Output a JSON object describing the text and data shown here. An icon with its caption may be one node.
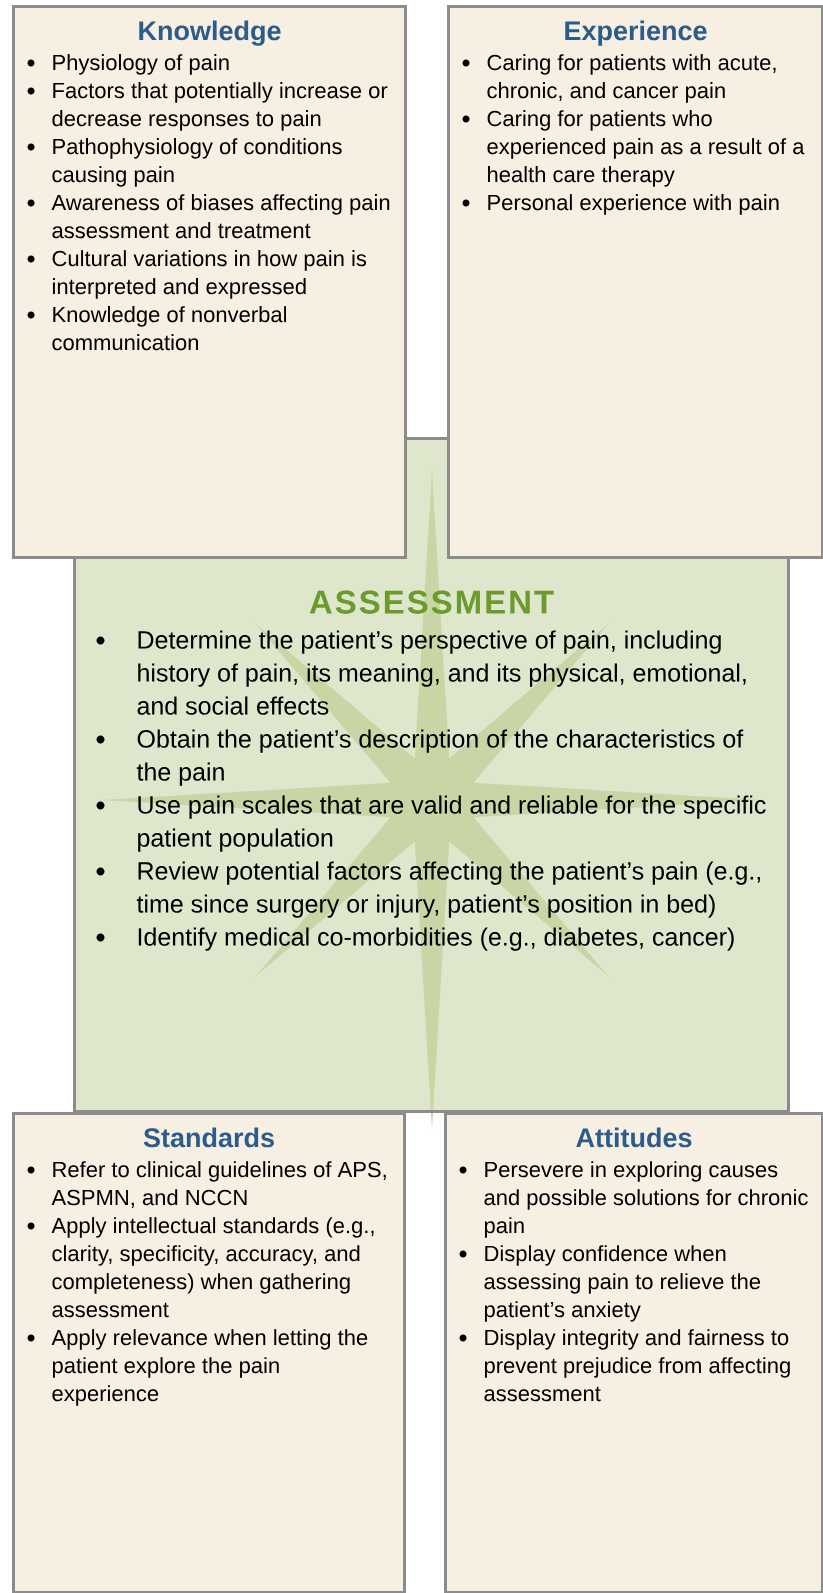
{
  "diagram": {
    "nodes": [
      {
        "text": [
          "Knowledge",
          "Physiology of pain",
          "Factors that potentially increase or decrease responses to pain",
          "Pathophysiology of conditions causing pain",
          "Awareness of biases affecting pain assessment and treatment",
          "Cultural variations in how pain is interpreted and expressed",
          "Knowledge of nonverbal communication"
        ]
      },
      {
        "text": [
          "Experience",
          "Caring for patients with acute, chronic, and cancer pain",
          "Caring for patients who experienced pain as a result of a health care therapy",
          "Personal experience with pain"
        ]
      },
      {
        "text": [
          "ASSESSMENT",
          "Determine the patient’s perspective of pain, including history of pain, its meaning, and its physical, emotional, and social effects",
          "Obtain the patient’s description of the characteristics of the pain",
          "Use pain scales that are valid and reliable for the specific patient population",
          "Review potential factors affecting the patient’s pain (e.g., time since surgery or injury, patient’s position in bed)",
          "Identify medical co-morbidities (e.g., diabetes, cancer)"
        ]
      },
      {
        "text": [
          "Standards",
          "Refer to clinical guidelines of APS, ASPMN, and NCCN",
          "Apply intellectual standards (e.g., clarity, specificity, accuracy, and completeness) when gathering assessment",
          "Apply relevance when letting the patient explore the pain experience"
        ]
      },
      {
        "text": [
          "Attitudes",
          "Persevere in exploring causes and possible solutions for chronic pain",
          "Display confidence when assessing pain to relieve the patient’s anxiety",
          "Display integrity and fairness to prevent prejudice from affecting assessment"
        ]
      }
    ]
  }
}
